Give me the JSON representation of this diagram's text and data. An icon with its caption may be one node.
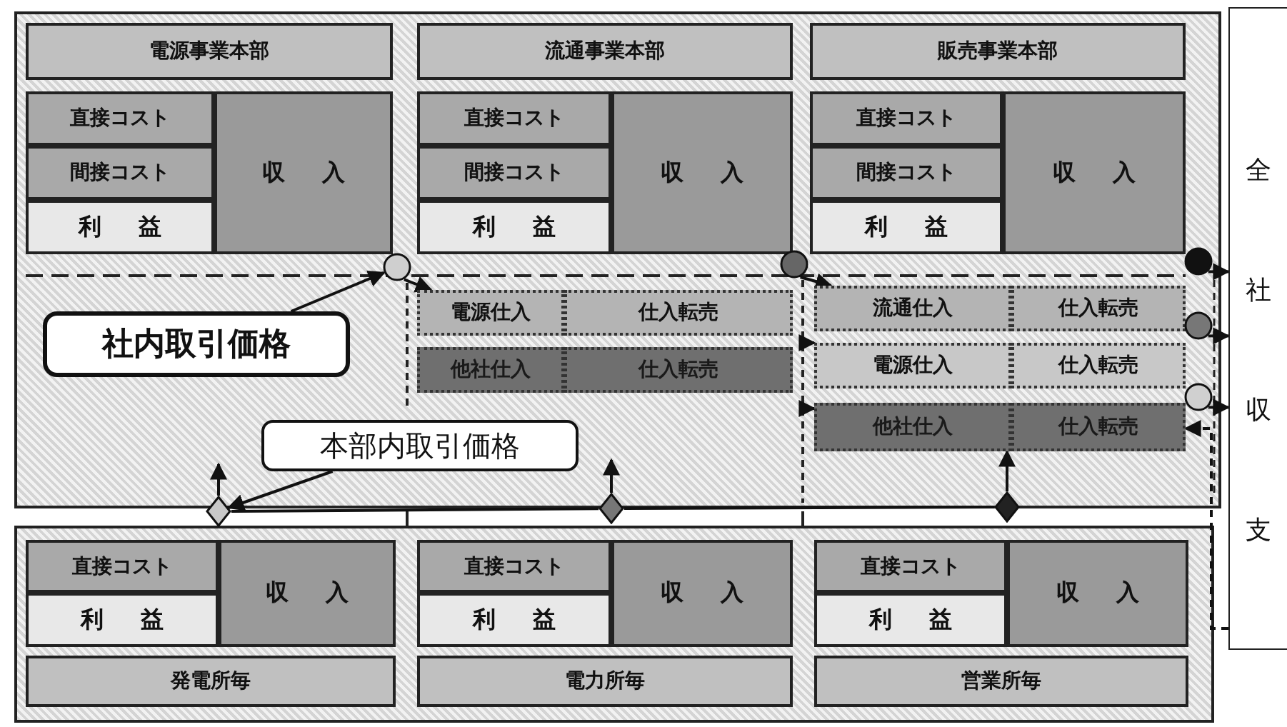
{
  "diagram": {
    "nodes": [
      {
        "text": [
          "電源事業本部"
        ]
      },
      {
        "text": [
          "直接コスト"
        ]
      },
      {
        "text": [
          "間接コスト"
        ]
      },
      {
        "text": [
          "利益"
        ]
      },
      {
        "text": [
          "収入"
        ]
      },
      {
        "text": [
          "流通事業本部"
        ]
      },
      {
        "text": [
          "直接コスト"
        ]
      },
      {
        "text": [
          "間接コスト"
        ]
      },
      {
        "text": [
          "利益"
        ]
      },
      {
        "text": [
          "収入"
        ]
      },
      {
        "text": [
          "販売事業本部"
        ]
      },
      {
        "text": [
          "直接コスト"
        ]
      },
      {
        "text": [
          "間接コスト"
        ]
      },
      {
        "text": [
          "利益"
        ]
      },
      {
        "text": [
          "収入"
        ]
      },
      {
        "text": [
          "電源仕入"
        ]
      },
      {
        "text": [
          "仕入転売"
        ]
      },
      {
        "text": [
          "他社仕入"
        ]
      },
      {
        "text": [
          "仕入転売"
        ]
      },
      {
        "text": [
          "流通仕入"
        ]
      },
      {
        "text": [
          "仕入転売"
        ]
      },
      {
        "text": [
          "電源仕入"
        ]
      },
      {
        "text": [
          "仕入転売"
        ]
      },
      {
        "text": [
          "他社仕入"
        ]
      },
      {
        "text": [
          "仕入転売"
        ]
      },
      {
        "text": [],
        "shape": "circle"
      },
      {
        "text": [],
        "shape": "circle"
      },
      {
        "text": [],
        "shape": "circle"
      },
      {
        "text": [],
        "shape": "circle"
      },
      {
        "text": [],
        "shape": "circle"
      },
      {
        "text": [
          "社内取引価格"
        ]
      },
      {
        "text": [
          "本部内取引価格"
        ]
      },
      {
        "text": [
          "直接コスト"
        ]
      },
      {
        "text": [
          "利益"
        ]
      },
      {
        "text": [
          "収入"
        ]
      },
      {
        "text": [
          "発電所毎"
        ]
      },
      {
        "text": [
          "直接コスト"
        ]
      },
      {
        "text": [
          "利益"
        ]
      },
      {
        "text": [
          "収入"
        ]
      },
      {
        "text": [
          "電力所毎"
        ]
      },
      {
        "text": [
          "直接コスト"
        ]
      },
      {
        "text": [
          "利益"
        ]
      },
      {
        "text": [
          "収入"
        ]
      },
      {
        "text": [
          "営業所毎"
        ]
      },
      {
        "text": [],
        "shape": "diamond"
      },
      {
        "text": [],
        "shape": "diamond"
      },
      {
        "text": [],
        "shape": "diamond"
      },
      {
        "text": [
          "全社収支"
        ]
      }
    ],
    "edges": [
      {
        "from": 30,
        "to": 25,
        "arrow": "to"
      },
      {
        "from": 25,
        "to": 15,
        "arrow": "to"
      },
      {
        "from": 26,
        "to": 19,
        "arrow": "to"
      },
      {
        "from": null,
        "to": 21,
        "arrow": "to"
      },
      {
        "from": null,
        "to": 23,
        "arrow": "to"
      },
      {
        "from": 27,
        "to": 47,
        "arrow": "to"
      },
      {
        "from": 28,
        "to": 47,
        "arrow": "to"
      },
      {
        "from": 29,
        "to": 47,
        "arrow": "to"
      },
      {
        "from": 47,
        "to": 24,
        "arrow": "to",
        "style": "dashed"
      },
      {
        "from": 31,
        "to": 44,
        "arrow": "to"
      },
      {
        "from": 44,
        "to": null,
        "arrow": "to"
      },
      {
        "from": 45,
        "to": null,
        "arrow": "to"
      },
      {
        "from": 46,
        "to": 23,
        "arrow": "to"
      },
      {
        "from": 44,
        "to": 45,
        "arrow": "none"
      },
      {
        "from": 45,
        "to": 46,
        "arrow": "none"
      }
    ]
  }
}
